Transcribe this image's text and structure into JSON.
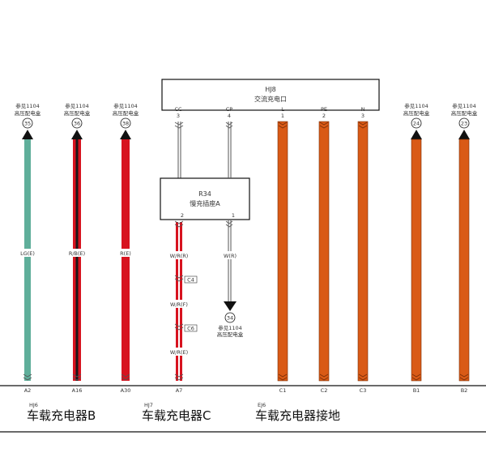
{
  "connectors": {
    "hj8": {
      "id": "HJ8",
      "title": "交流充电口"
    },
    "r34": {
      "id": "R34",
      "title": "慢充插座A"
    }
  },
  "ref_labels": {
    "line1": "参见1104",
    "line2": "高压配电盒"
  },
  "wires": [
    {
      "id": "w35",
      "ref": "35",
      "label": "LG(E)",
      "bottom_pin": "A2",
      "color": "#5fae9a",
      "type": "up"
    },
    {
      "id": "w36",
      "ref": "36",
      "label": "R/B(E)",
      "bottom_pin": "A16",
      "color": "#d7131f",
      "stripe": "#1a1a1a",
      "type": "up"
    },
    {
      "id": "w38",
      "ref": "38",
      "label": "R(E)",
      "bottom_pin": "A30",
      "color": "#d7131f",
      "type": "up"
    },
    {
      "id": "w24",
      "ref": "24",
      "bottom_pin": "B1",
      "color": "#d95a16",
      "type": "up"
    },
    {
      "id": "w23",
      "ref": "23",
      "bottom_pin": "B2",
      "color": "#d95a16",
      "type": "up"
    }
  ],
  "hj8_pins": [
    {
      "name": "CC",
      "num": "3"
    },
    {
      "name": "CP",
      "num": "4"
    },
    {
      "name": "L",
      "num": "1",
      "bottom_pin": "C1"
    },
    {
      "name": "PE",
      "num": "2",
      "bottom_pin": "C2"
    },
    {
      "name": "N",
      "num": "3",
      "bottom_pin": "C3"
    }
  ],
  "r34_pins": [
    "2",
    "1"
  ],
  "cc_wire": {
    "labels": [
      "W/R(R)",
      "W/R(F)",
      "W/R(E)"
    ],
    "splices": [
      "C4",
      "C6"
    ],
    "bottom_pin": "A7"
  },
  "cp_wire": {
    "label": "W(R)",
    "ref": "34"
  },
  "bottom_groups": [
    {
      "code": "HJ6",
      "name": "车载充电器B"
    },
    {
      "code": "HJ7",
      "name": "车载充电器C"
    },
    {
      "code": "EJ6",
      "name": "车载充电器接地"
    }
  ],
  "colors": {
    "green": "#5fae9a",
    "red": "#d7131f",
    "orange": "#d95a16",
    "black": "#1a1a1a"
  }
}
